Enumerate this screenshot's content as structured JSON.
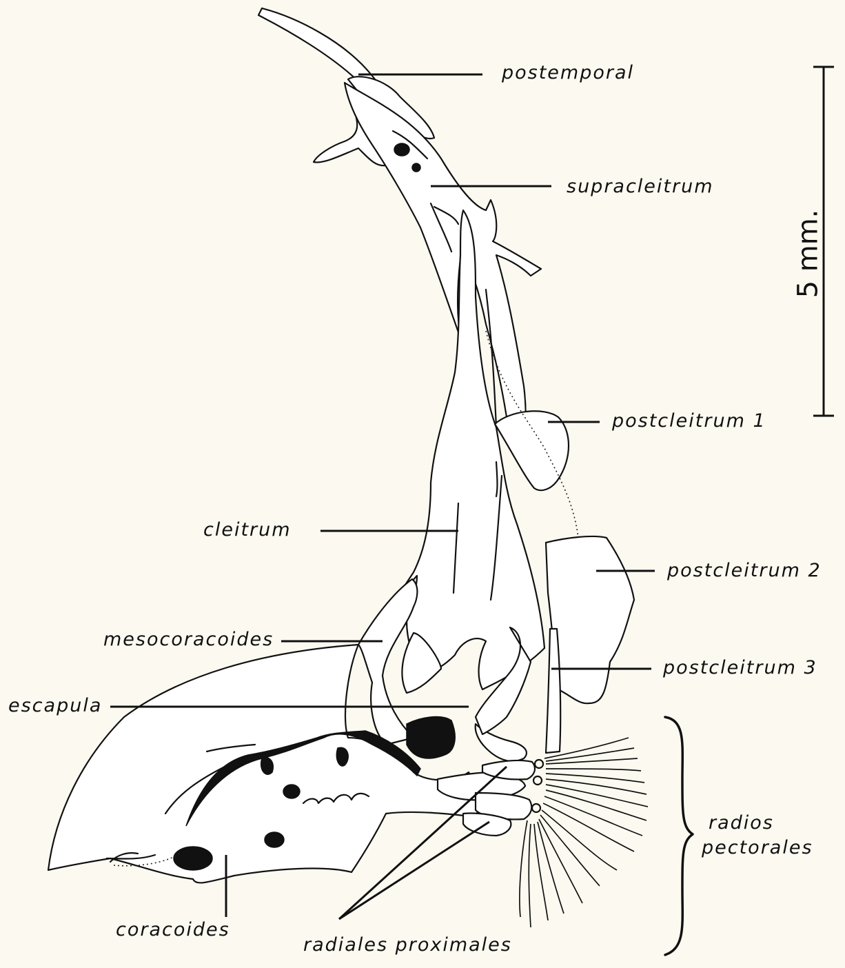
{
  "labels": {
    "postemporal": "postemporal",
    "supracleitrum": "supracleitrum",
    "postcleitrum_1": "postcleitrum  1",
    "cleitrum": "cleitrum",
    "postcleitrum_2": "postcleitrum  2",
    "mesocoracoides": "mesocoracoides",
    "postcleitrum_3": "postcleitrum  3",
    "escapula": "escapula",
    "radios_line1": "radios",
    "radios_line2": "pectorales",
    "coracoides": "coracoides",
    "radiales_proximales": "radiales  proximales"
  },
  "scale_bar": {
    "label": "5 mm."
  }
}
